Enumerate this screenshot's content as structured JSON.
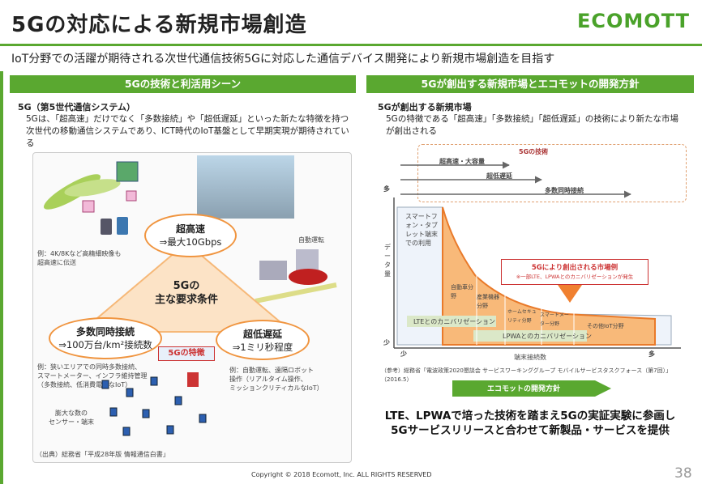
{
  "header": {
    "title": "5Gの対応による新規市場創造",
    "logo_text": "ECOMOTT",
    "subtitle": "IoT分野での活躍が期待される次世代通信技術5Gに対応した通信デバイス開発により新規市場創造を目指す"
  },
  "left": {
    "section_title": "5Gの技術と利活用シーン",
    "heading": "5G（第5世代通信システム）",
    "description": "5Gは、「超高速」だけでなく「多数接続」や「超低遅延」といった新たな特徴を持つ次世代の移動通信システムであり、ICT時代のIoT基盤として早期実現が期待されている",
    "center_label": "5Gの\n主な要求条件",
    "ellipse_top": {
      "title": "超高速",
      "value": "⇒最大10Gbps"
    },
    "ellipse_left": {
      "title": "多数同時接続",
      "value": "⇒100万台/km²接続数"
    },
    "ellipse_right": {
      "title": "超低遅延",
      "value": "⇒1ミリ秒程度"
    },
    "feature_badge": "5Gの特徴",
    "note_top": "例：4K/8Kなど高精細映像も\n超高速に伝送",
    "note_auto": "自動運転",
    "note_left": "例：狭いエリアでの同時多数接続、\nスマートメーター、インフラ維持管理\n（多数接続、低消費電力なIoT）",
    "note_right": "例：自動運転、遠隔ロボット\n操作（リアルタイム操作、\nミッションクリティカルなIoT）",
    "sensor_label": "膨大な数の\nセンサー・端末",
    "source": "（出典）総務省「平成28年版 情報通信白書」"
  },
  "right": {
    "section_title": "5Gが創出する新規市場とエコモットの開発方針",
    "heading": "5Gが創出する新規市場",
    "description": "5Gの特徴である「超高速」「多数接続」「超低遅延」の技術により新たな市場が創出される",
    "tech_label": "5Gの技術",
    "tech_items": [
      "超高速・大容量",
      "超低遅延",
      "多数同時接続"
    ],
    "axis_y_label": "データ量",
    "axis_y_high": "多",
    "axis_y_low": "少",
    "axis_x_label": "端末接続数",
    "axis_x_low": "少",
    "axis_x_high": "多",
    "smartphone_label": "スマートフォン・タブレット端末での利用",
    "segments": [
      "自動車分野",
      "産業機器分野",
      "ホームセキュリティ分野",
      "スマートメーター分野",
      "その他IoT分野"
    ],
    "lte_label": "LTEとのカニバリゼーション",
    "lpwa_label": "LPWAとのカニバリゼーション",
    "callout_title": "5Gにより創出される市場例",
    "callout_note": "※一部LTE、LPWAとのカニバリゼーションが発生",
    "reference": "（参考）総務省「電波政策2020懇談会 サービスワーキンググループ モバイルサービスタスクフォース（第7回）」（2016.5）",
    "policy_arrow": "エコモットの開発方針",
    "conclusion_line1": "LTE、LPWAで培った技術を踏まえ5Gの実証実験に参画し",
    "conclusion_line2": "5Gサービスリリースと合わせて新製品・サービスを提供"
  },
  "footer": {
    "copyright": "Copyright © 2018 Ecomott, Inc. ALL RIGHTS RESERVED",
    "page_number": "38"
  },
  "colors": {
    "accent_green": "#5aa830",
    "accent_orange": "#f09540",
    "callout_red": "#cc3333"
  }
}
